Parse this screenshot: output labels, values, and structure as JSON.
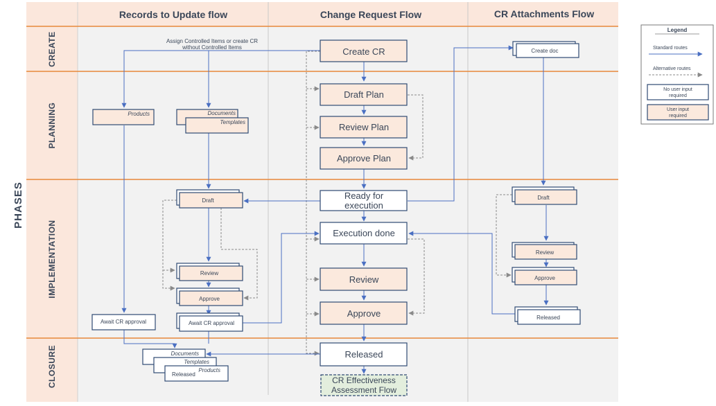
{
  "lanes": {
    "records": "Records to Update flow",
    "cr": "Change Request Flow",
    "attachments": "CR Attachments Flow"
  },
  "phases": {
    "title": "PHASES",
    "create": "CREATE",
    "planning": "PLANNING",
    "implementation": "IMPLEMENTATION",
    "closure": "CLOSURE"
  },
  "annotation": {
    "line1": "Assign Controlled Items or create CR",
    "line2": "without Controlled Items"
  },
  "cr_flow": {
    "create_cr": "Create CR",
    "draft_plan": "Draft Plan",
    "review_plan": "Review Plan",
    "approve_plan": "Approve Plan",
    "ready_line1": "Ready for",
    "ready_line2": "execution",
    "execution_done": "Execution done",
    "review": "Review",
    "approve": "Approve",
    "released": "Released",
    "effectiveness_line1": "CR Effectiveness",
    "effectiveness_line2": "Assessment Flow"
  },
  "records_flow": {
    "products": "Products",
    "documents": "Documents",
    "templates": "Templates",
    "draft": "Draft",
    "review": "Review",
    "approve": "Approve",
    "await_cr_approval_left": "Await CR approval",
    "await_cr_approval_right": "Await CR approval",
    "closure_documents": "Documents",
    "closure_templates": "Templates",
    "closure_products": "Products",
    "closure_released": "Released"
  },
  "attachments_flow": {
    "create_doc": "Create doc",
    "draft": "Draft",
    "review": "Review",
    "approve": "Approve",
    "released": "Released"
  },
  "legend": {
    "title": "Legend",
    "standard": "Standard routes",
    "alternative": "Alternative routes",
    "no_input_line1": "No user input",
    "no_input_line2": "required",
    "input_line1": "User input",
    "input_line2": "required"
  },
  "colors": {
    "lane_header": "#fbe7dc",
    "phase_header": "#fbe7dc",
    "lane_body": "#f2f2f2",
    "separator": "#e8883a",
    "box_border": "#2f4a73",
    "box_user_input": "#fbe9dd",
    "box_no_input": "#ffffff",
    "route_standard": "#4a6fc2",
    "route_alternative": "#8a8a8a",
    "effectiveness_fill": "#e3eedd"
  }
}
